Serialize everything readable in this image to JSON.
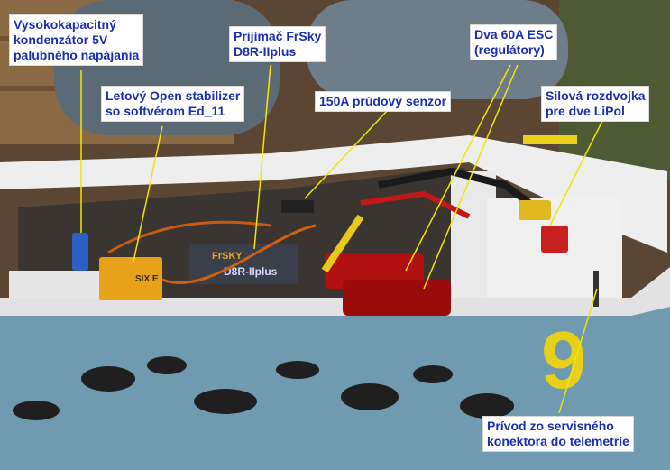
{
  "labels": {
    "capacitor": "Vysokokapacitný\nkondenzátor 5V\npalubného napájania",
    "stabilizer": "Letový Open stabilizer\nso softvérom Ed_11",
    "receiver": "Prijímač FrSky\nD8R-IIplus",
    "current_sensor": "150A prúdový senzor",
    "esc": "Dva 60A ESC\n(regulátory)",
    "splitter": "Silová rozdvojka\npre dve LiPol",
    "telemetry": "Prívod zo servisného\nkonektora do telemetrie"
  },
  "device_text": {
    "receiver_brand": "FrSKY",
    "receiver_model": "D8R-IIplus",
    "stabilizer_text": "SIX E",
    "tail_number": "9"
  },
  "colors": {
    "label_text": "#1a2fb0",
    "leader_line": "#f2e600",
    "foam": "#eeeeee",
    "hull_blue": "#6f9ab0",
    "camo": "#1f1f1f",
    "esc_red": "#b01010"
  }
}
